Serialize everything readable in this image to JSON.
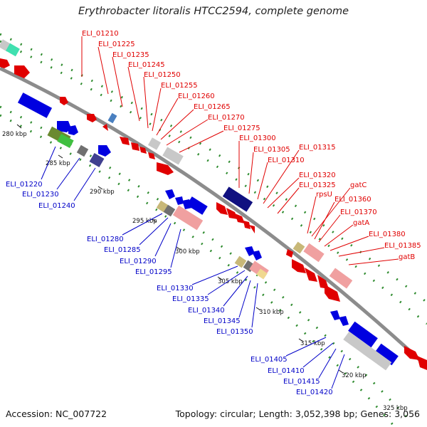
{
  "title": "Erythrobacter litoralis HTCC2594, complete genome",
  "footer": {
    "accession": "Accession: NC_007722",
    "summary": "Topology: circular; Length: 3,052,398 bp; Genes: 3,056"
  },
  "colors": {
    "backbone": "#8c8c8c",
    "forward_label": "#e00000",
    "reverse_label": "#0000c8",
    "dotted_track": "#2e8b2e"
  },
  "ticks": [
    {
      "label": "280 kbp"
    },
    {
      "label": "285 kbp"
    },
    {
      "label": "290 kbp"
    },
    {
      "label": "295 kbp"
    },
    {
      "label": "300 kbp"
    },
    {
      "label": "305 kbp"
    },
    {
      "label": "310 kbp"
    },
    {
      "label": "315 kbp"
    },
    {
      "label": "320 kbp"
    },
    {
      "label": "325 kbp"
    }
  ],
  "forward_genes": [
    "ELI_01210",
    "ELI_01225",
    "ELI_01235",
    "ELI_01245",
    "ELI_01250",
    "ELI_01255",
    "ELI_01260",
    "ELI_01265",
    "ELI_01270",
    "ELI_01275",
    "ELI_01300",
    "ELI_01305",
    "ELI_01310",
    "ELI_01315",
    "ELI_01320",
    "ELI_01325",
    "rpsU",
    "gatC",
    "ELI_01360",
    "ELI_01370",
    "gatA",
    "ELI_01380",
    "ELI_01385",
    "gatB"
  ],
  "reverse_genes": [
    "ELI_01220",
    "ELI_01230",
    "ELI_01240",
    "ELI_01280",
    "ELI_01285",
    "ELI_01290",
    "ELI_01295",
    "ELI_01330",
    "ELI_01335",
    "ELI_01340",
    "ELI_01345",
    "ELI_01350",
    "ELI_01405",
    "ELI_01410",
    "ELI_01415",
    "ELI_01420"
  ]
}
